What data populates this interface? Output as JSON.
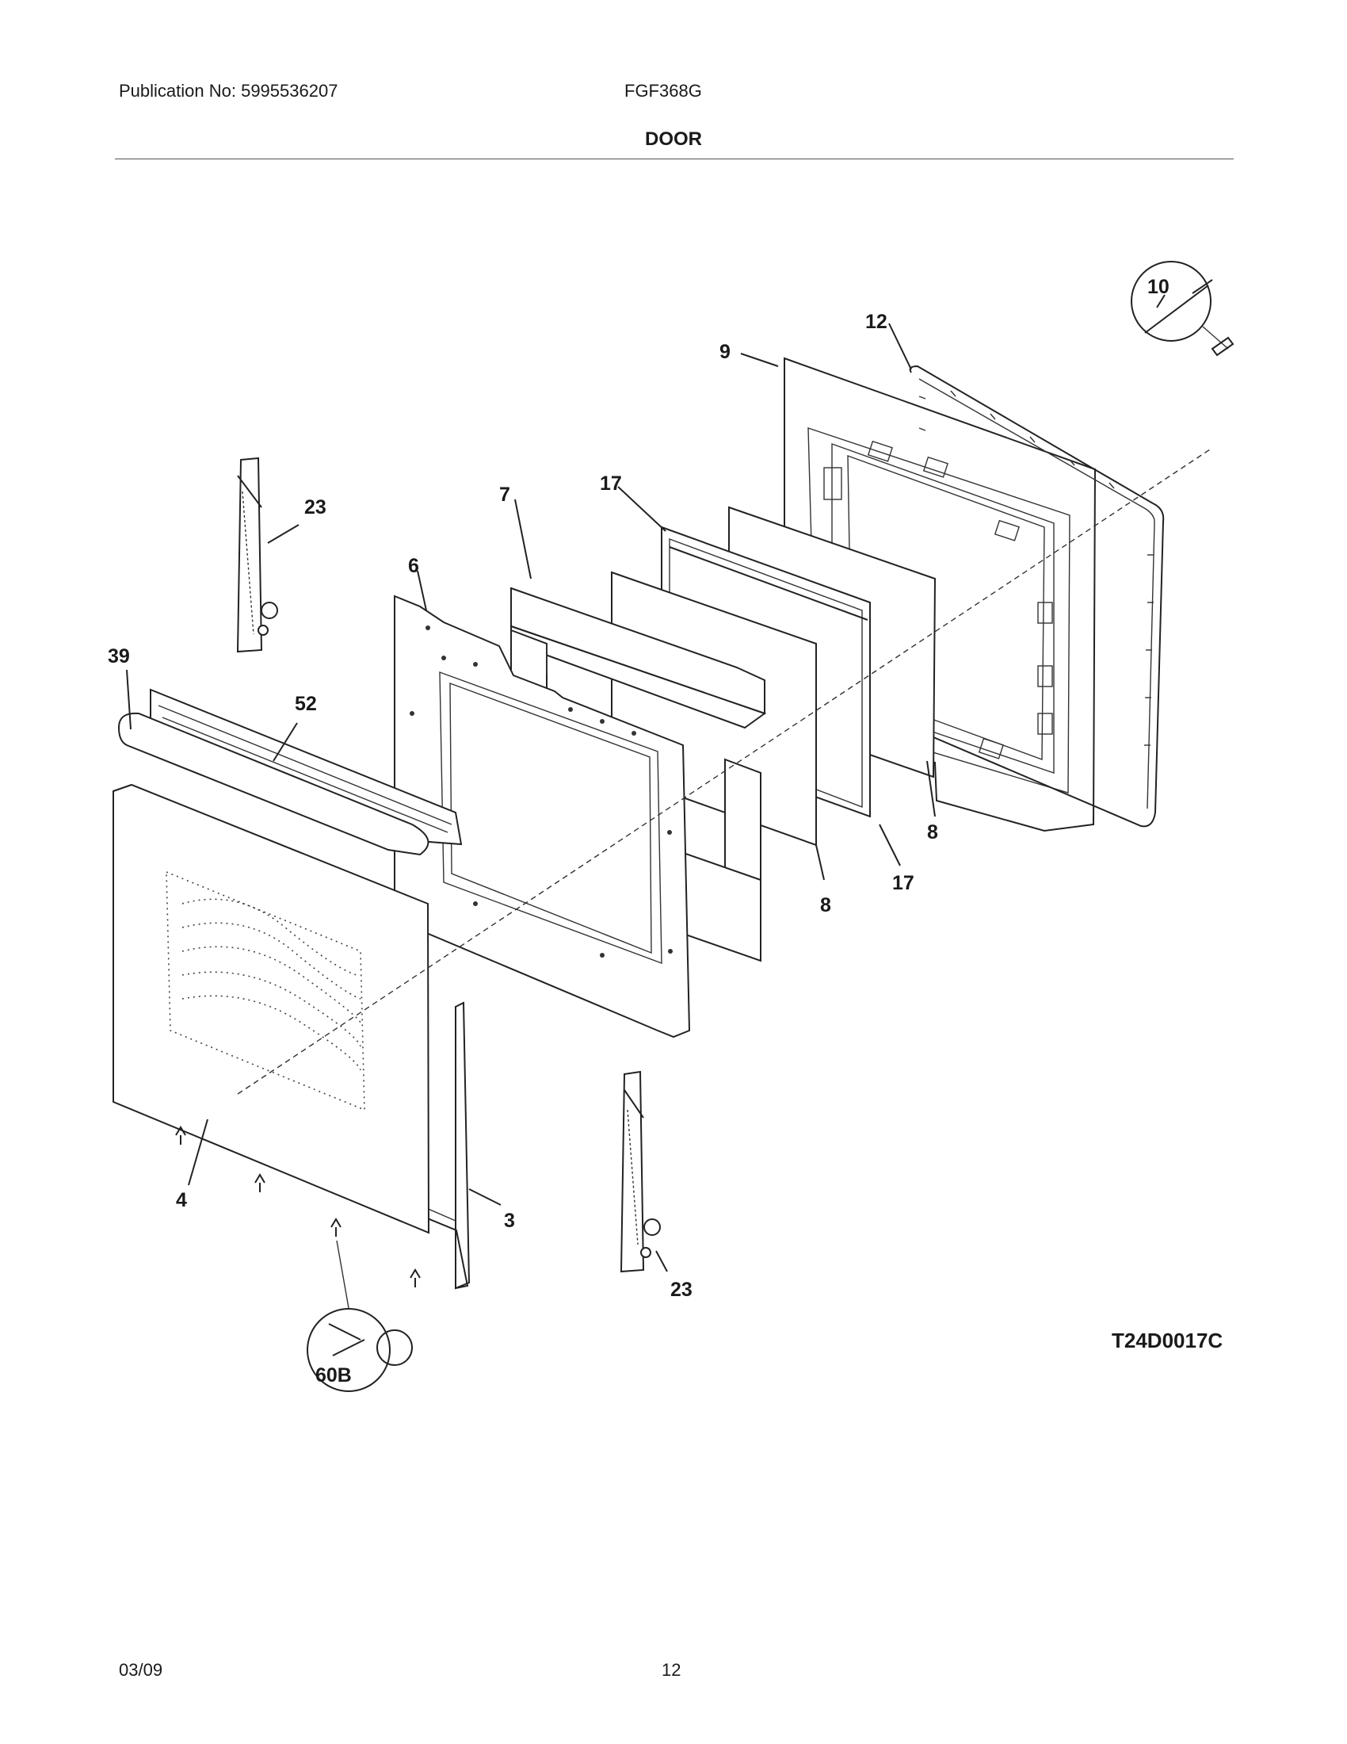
{
  "header": {
    "publication": "Publication No: 5995536207",
    "model": "FGF368G",
    "section_title": "DOOR"
  },
  "footer": {
    "date": "03/09",
    "page": "12"
  },
  "diagram": {
    "drawing_code": "T24D0017C",
    "callouts": {
      "c3": "3",
      "c4": "4",
      "c6": "6",
      "c7": "7",
      "c8a": "8",
      "c8b": "8",
      "c9": "9",
      "c10": "10",
      "c12": "12",
      "c17a": "17",
      "c17b": "17",
      "c23a": "23",
      "c23b": "23",
      "c39": "39",
      "c52": "52",
      "c60b": "60B"
    }
  }
}
